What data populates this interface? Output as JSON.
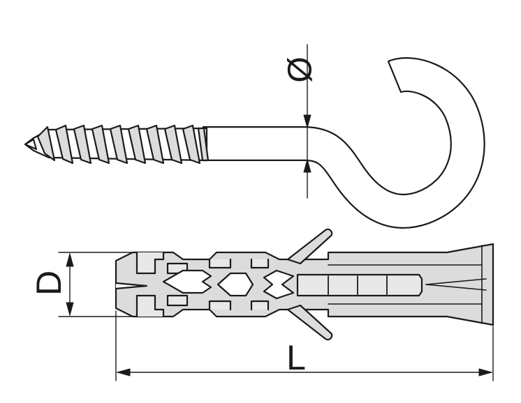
{
  "labels": {
    "diameter": "Ø",
    "D": "D",
    "L": "L"
  },
  "colors": {
    "stroke": "#1a1a1a",
    "fill": "#dcdcdc",
    "fill_light": "#e8e8e8",
    "background": "#ffffff"
  }
}
